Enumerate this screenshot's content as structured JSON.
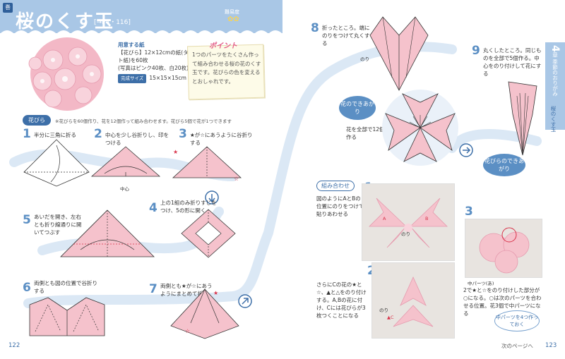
{
  "left_page": {
    "tag": "巻",
    "title": "桜のくす玉",
    "title_ref": "[→P4・116]",
    "difficulty_label": "難易度",
    "difficulty_icons": "✿✿",
    "materials_heading": "用意する紙",
    "materials_line1": "【花びら】12×12cmの紙(タント紙)を60枚",
    "materials_line2": "(写真はピンク40枚、白20枚)",
    "size_badge": "完成サイズ",
    "size_value": "15×15×15cm",
    "point_title": "ポイント",
    "point_text": "1つのパーツをたくさん作って組み合わせる桜の花のくす玉です。花びらの色を変えるとおしゃれです。",
    "section_label": "花びら",
    "section_note": "※花びらを60個作り、花を12個作って組み合わせます。花びら5個で花が1つできます",
    "steps": [
      {
        "num": "1",
        "text": "半分に三角に折る"
      },
      {
        "num": "2",
        "text": "中心を少し谷折りし、印をつける"
      },
      {
        "num": "3",
        "text": "★が☆にあうように谷折りする"
      },
      {
        "num": "4",
        "text": "上の1組のみ折りすじをつけ、5の形に開く"
      },
      {
        "num": "5",
        "text": "あいだを開き、左右とも折り線通りに開いてつぶす"
      },
      {
        "num": "6",
        "text": "両側とも図の位置で谷折りする"
      },
      {
        "num": "7",
        "text": "両側とも★が☆にあうようにまとめて折る"
      }
    ],
    "center_label": "中心",
    "page_number": "122"
  },
  "right_page": {
    "steps": [
      {
        "num": "8",
        "text": "折ったところ。端にのりをつけて丸くする"
      },
      {
        "num": "9",
        "text": "丸くしたところ。同じものを全部で5個作る。中心をのり付けして花にする"
      }
    ],
    "glue_label": "のり",
    "flower_done_bubble": "花のできあがり",
    "flower_done_text": "花を全部で12個作る",
    "petal_done_bubble": "花びらのできあがり",
    "side_tab_num": "4",
    "side_tab_text": "章 季節のおりがみ",
    "side_label": "桜のくす玉",
    "combine_label": "組み合わせ",
    "combine_steps": [
      {
        "num": "1",
        "text": "図のようにAとBの位置にのりをつけて貼りあわせる"
      },
      {
        "num": "2",
        "text": "さらにCの花の★と☆、▲と△をのり付けする。A,Bの花に付け、Cには花びらが3枚つくことになる"
      },
      {
        "num": "3",
        "text": "2で★と☆をのり付けした部分が○になる。○は次のパーツを合わせる位置。花3個で中パーツになる"
      }
    ],
    "photo_labels": {
      "a": "A",
      "b": "B",
      "c": "C",
      "glue": "のり",
      "c_triangle": "▲C"
    },
    "center_part_label": "中パーツ(あ)",
    "center_part_callout": "中パーツを4つ作っておく",
    "next_page": "次のページへ",
    "page_number": "123"
  },
  "colors": {
    "title_band": "#a9c7e6",
    "accent_blue": "#3d6fa8",
    "step_blue": "#5b8fc4",
    "paper_pink": "#f5c2cc",
    "path_blue": "#dbe8f5",
    "mark_red": "#d8334a"
  }
}
